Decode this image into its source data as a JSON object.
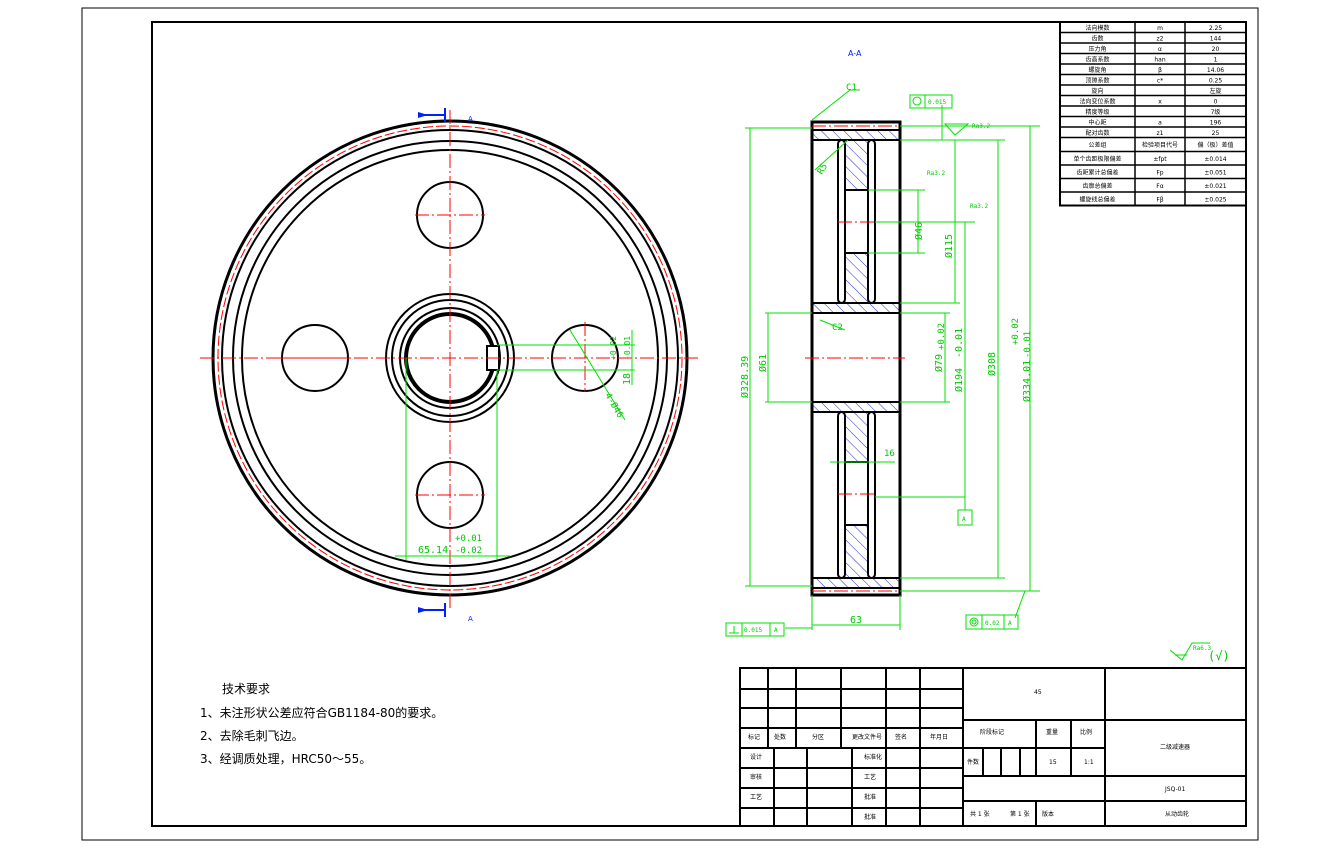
{
  "section_label": "A-A",
  "cut_labels": [
    "A",
    "A"
  ],
  "dimensions": {
    "chamfer_top": "C1",
    "chamfer_bore": "C2",
    "fillet": "R5",
    "roughness": "Ra3.2",
    "d_hole": "Ø46",
    "d_115": "Ø115",
    "d_79": "Ø79",
    "d_79_tol": "+0.02",
    "d_194": "Ø194",
    "d_194_tol": "-0.01",
    "d_308": "Ø308",
    "d_334": "Ø334.01",
    "d_334_tol_up": "+0.02",
    "d_334_tol_low": "-0.01",
    "d_328": "Ø328.39",
    "d_61": "Ø61",
    "width_16": "16",
    "width_63": "63",
    "keyway": "18",
    "keyway_tol_up": "+0.02",
    "keyway_tol_low": "-0.01",
    "holes": "4-Ø46",
    "key_depth": "65.14",
    "key_depth_up": "+0.01",
    "key_depth_low": "-0.02",
    "runout_tol": "0.015",
    "perp_tol": "0.015",
    "concentric_tol": "0.02",
    "datum": "A",
    "general_roughness": "Ra6.3",
    "general_roughness_mark": "(√)"
  },
  "gear_table": [
    [
      "法向模数",
      "m",
      "2.25"
    ],
    [
      "齿数",
      "z2",
      "144"
    ],
    [
      "压力角",
      "α",
      "20"
    ],
    [
      "齿高系数",
      "han",
      "1"
    ],
    [
      "螺旋角",
      "β",
      "14.06"
    ],
    [
      "顶隙系数",
      "c*",
      "0.25"
    ],
    [
      "旋向",
      "",
      "左旋"
    ],
    [
      "法向变位系数",
      "x",
      "0"
    ],
    [
      "精度等级",
      "",
      "7级"
    ],
    [
      "中心距",
      "a",
      "196"
    ],
    [
      "配对齿数",
      "z1",
      "25"
    ],
    [
      "公差组",
      "检验项目代号",
      "偏（极）差值"
    ],
    [
      "单个齿距极限偏差",
      "±fpt",
      "±0.014"
    ],
    [
      "齿距累计总偏差",
      "Fp",
      "±0.051"
    ],
    [
      "齿廓总偏差",
      "Fα",
      "±0.021"
    ],
    [
      "螺旋线总偏差",
      "Fβ",
      "±0.025"
    ]
  ],
  "tech_requirements": {
    "title": "技术要求",
    "items": [
      "1、未注形状公差应符合GB1184-80的要求。",
      "2、去除毛刺飞边。",
      "3、经调质处理，HRC50～55。"
    ]
  },
  "title_block": {
    "headers": [
      "标记",
      "处数",
      "分区",
      "更改文件号",
      "签名",
      "年月日"
    ],
    "design": "设计",
    "standard": "标准化",
    "review": "审核",
    "process": "工艺",
    "approve": "批准",
    "material": "45",
    "stage": "阶段标记",
    "weight_label": "重量",
    "scale_label": "比例",
    "weight": "15",
    "scale": "1:1",
    "sheets": "共 1 张",
    "sheet_no": "第 1 张",
    "version": "版本",
    "name": "二级减速器",
    "code": "JSQ-01",
    "part": "从动齿轮",
    "count_label": "件数"
  }
}
